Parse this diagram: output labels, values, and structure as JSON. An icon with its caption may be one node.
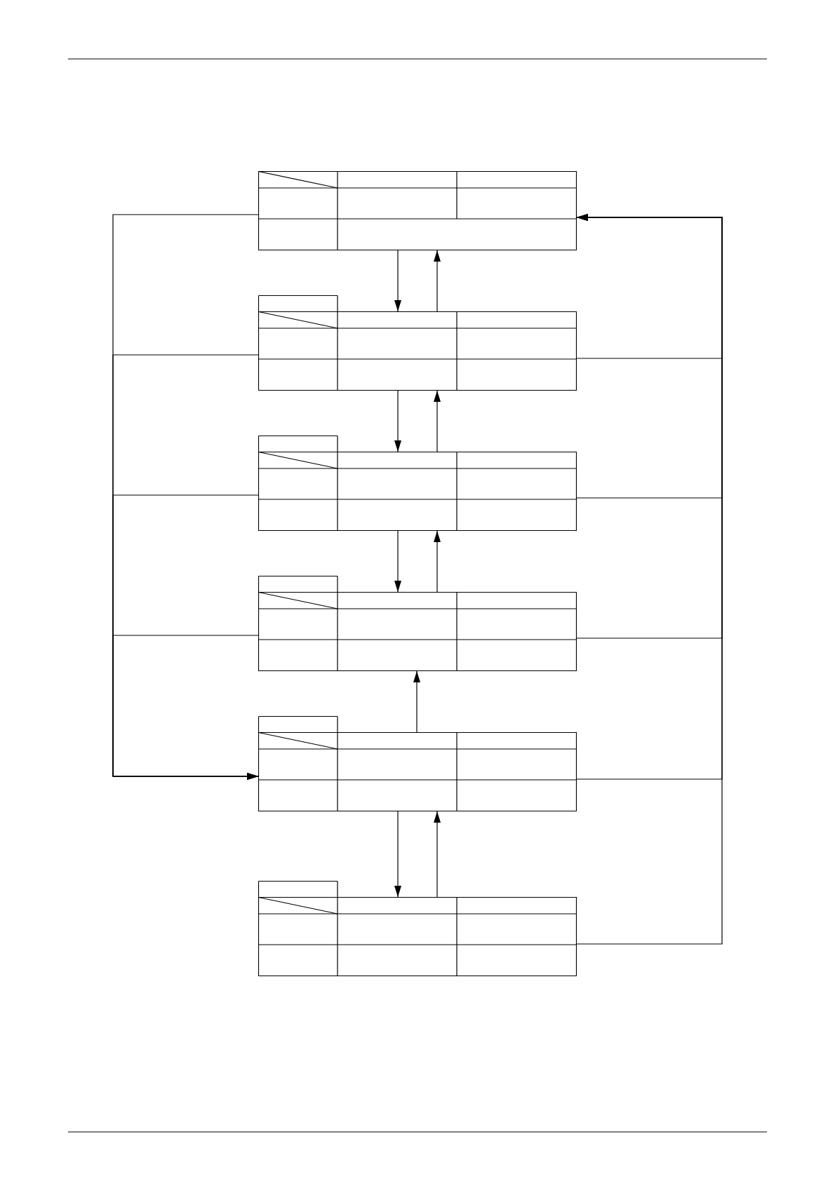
{
  "diagram": {
    "nodes": [
      {
        "text": [],
        "shape": "table"
      },
      {
        "text": [],
        "shape": "table"
      },
      {
        "text": [],
        "shape": "table"
      },
      {
        "text": [],
        "shape": "table"
      },
      {
        "text": [],
        "shape": "table"
      },
      {
        "text": [],
        "shape": "table"
      }
    ],
    "edges": [
      {
        "from": 0,
        "to": 1,
        "arrow": "to"
      },
      {
        "from": 1,
        "to": 0,
        "arrow": "to"
      },
      {
        "from": 1,
        "to": 2,
        "arrow": "to"
      },
      {
        "from": 2,
        "to": 1,
        "arrow": "to"
      },
      {
        "from": 2,
        "to": 3,
        "arrow": "to"
      },
      {
        "from": 3,
        "to": 2,
        "arrow": "to"
      },
      {
        "from": 4,
        "to": 3,
        "arrow": "to"
      },
      {
        "from": 4,
        "to": 5,
        "arrow": "to"
      },
      {
        "from": 5,
        "to": 4,
        "arrow": "to"
      },
      {
        "from": 0,
        "to": 4,
        "arrow": "to"
      },
      {
        "from": 1,
        "to": 4,
        "arrow": "to"
      },
      {
        "from": 2,
        "to": 4,
        "arrow": "to"
      },
      {
        "from": 3,
        "to": 4,
        "arrow": "to"
      },
      {
        "from": 1,
        "to": 0,
        "arrow": "to"
      },
      {
        "from": 2,
        "to": 0,
        "arrow": "to"
      },
      {
        "from": 3,
        "to": 0,
        "arrow": "to"
      },
      {
        "from": 4,
        "to": 0,
        "arrow": "to"
      },
      {
        "from": 5,
        "to": 0,
        "arrow": "to"
      }
    ]
  }
}
